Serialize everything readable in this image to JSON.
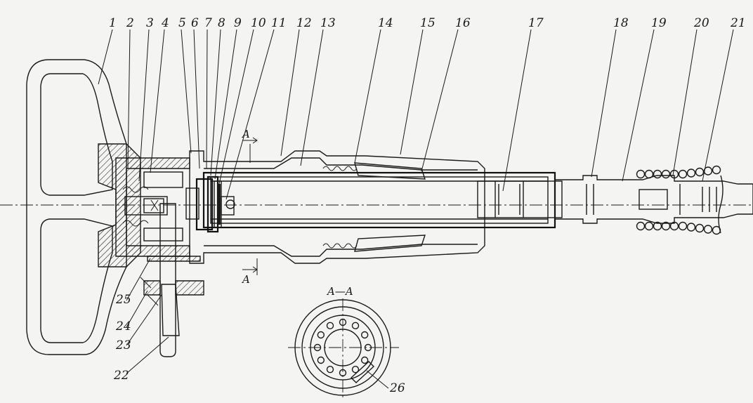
{
  "diagram": {
    "part_labels": [
      "1",
      "2",
      "3",
      "4",
      "5",
      "6",
      "7",
      "8",
      "9",
      "10",
      "11",
      "12",
      "13",
      "14",
      "15",
      "16",
      "17",
      "18",
      "19",
      "20",
      "21",
      "22",
      "23",
      "24",
      "25",
      "26"
    ],
    "section_title": "A—A",
    "section_marker": "A"
  }
}
